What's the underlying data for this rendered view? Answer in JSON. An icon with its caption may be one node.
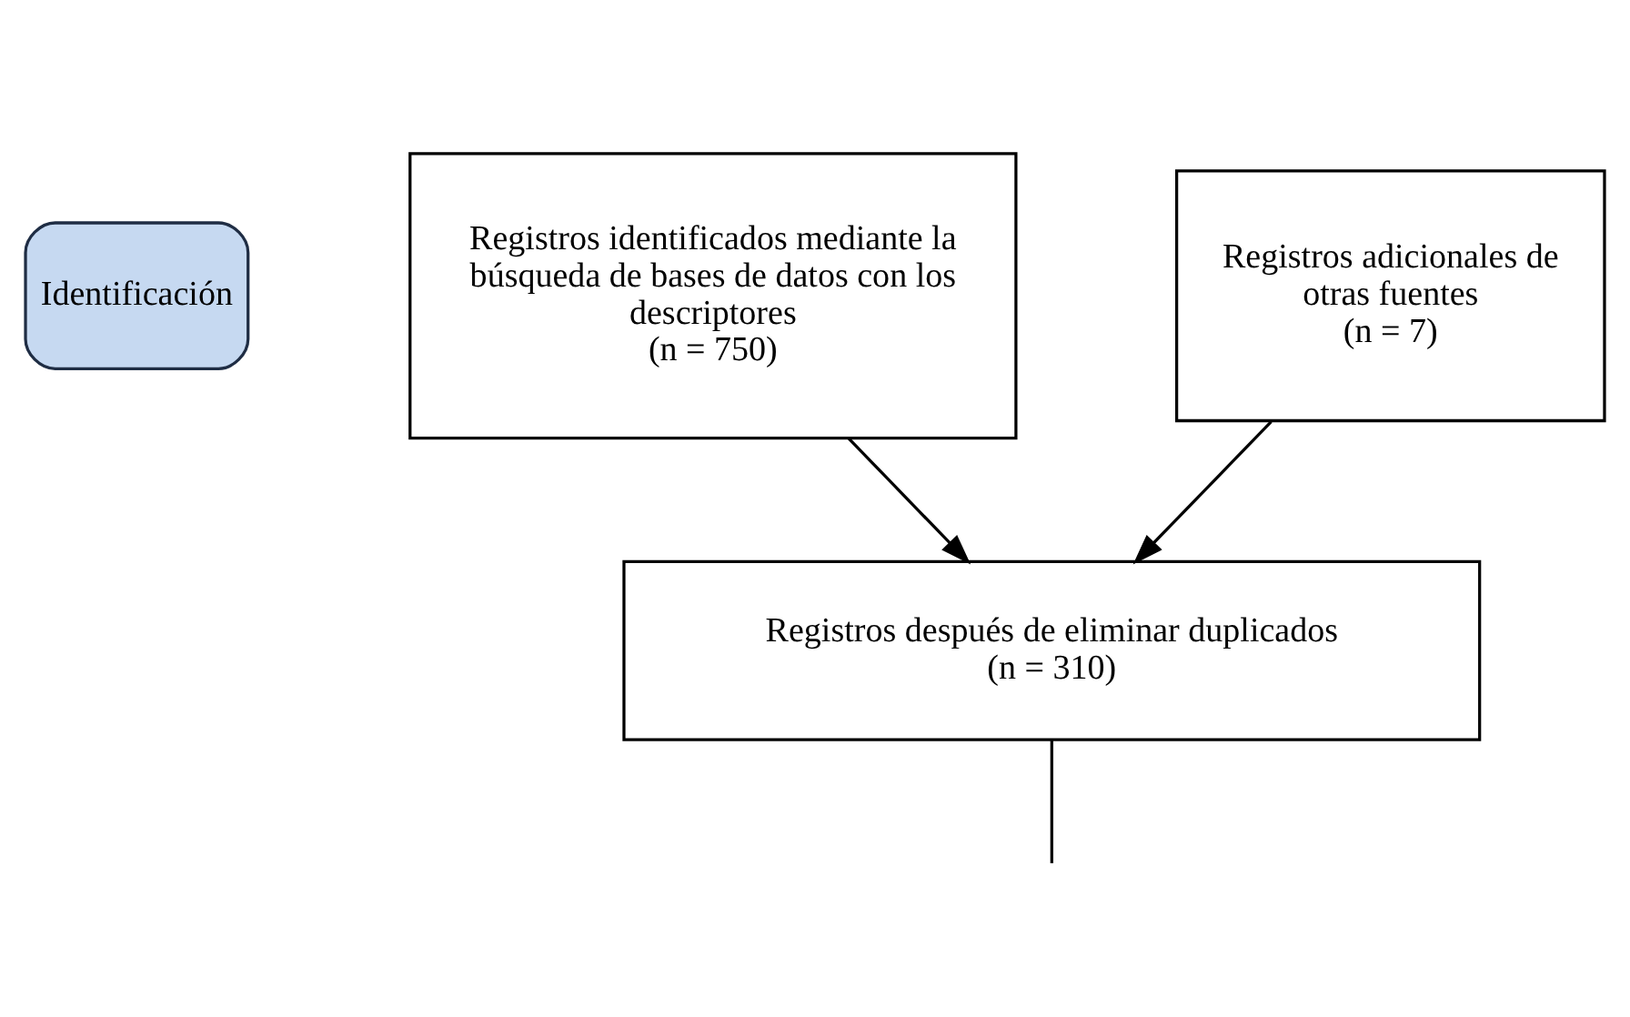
{
  "diagram": {
    "nodes": [
      {
        "text": [
          "Identificación"
        ]
      },
      {
        "text": [
          "Registros identificados mediante la búsqueda de bases de datos con los descriptores",
          "(n = 750)"
        ]
      },
      {
        "text": [
          "Registros adicionales de otras fuentes",
          "(n = 7)"
        ]
      },
      {
        "text": [
          "Registros después de eliminar duplicados",
          "(n = 310)"
        ]
      }
    ],
    "edges": [
      {
        "from": 1,
        "to": 3,
        "arrow": "to"
      },
      {
        "from": 2,
        "to": 3,
        "arrow": "to"
      },
      {
        "from": 3,
        "to": null,
        "arrow": "none"
      }
    ]
  }
}
